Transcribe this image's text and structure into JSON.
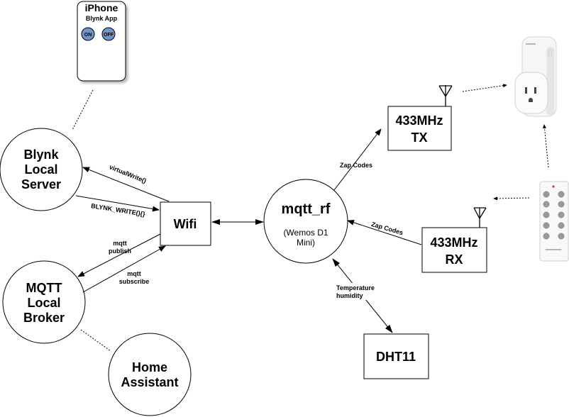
{
  "phone": {
    "title": "iPhone",
    "subtitle": "Blynk App",
    "on_label": "ON",
    "off_label": "OFF"
  },
  "blynk_server": {
    "line1": "Blynk",
    "line2": "Local",
    "line3": "Server"
  },
  "mqtt_broker": {
    "line1": "MQTT",
    "line2": "Local",
    "line3": "Broker"
  },
  "home_assistant": {
    "line1": "Home",
    "line2": "Assistant"
  },
  "wifi": {
    "label": "Wifi"
  },
  "mqtt_rf": {
    "title": "mqtt_rf",
    "sub1": "(Wemos D1",
    "sub2": "Mini)"
  },
  "tx": {
    "line1": "433MHz",
    "line2": "TX"
  },
  "rx": {
    "line1": "433MHz",
    "line2": "RX"
  },
  "dht": {
    "label": "DHT11"
  },
  "edges": {
    "virtual_write": "virtualWrite()",
    "blynk_write": "BLYNK_WRITE(){}",
    "mqtt_publish_1": "mqtt",
    "mqtt_publish_2": "publish",
    "mqtt_subscribe_1": "mqtt",
    "mqtt_subscribe_2": "subscribe",
    "zap_tx": "Zap Codes",
    "zap_rx": "Zap Codes",
    "temp_1": "Temperature",
    "temp_2": "humidity"
  },
  "colors": {
    "button_fill": "#6f94c8",
    "plug_body": "#f4f4f4",
    "remote_button": "#9a9a9a"
  }
}
